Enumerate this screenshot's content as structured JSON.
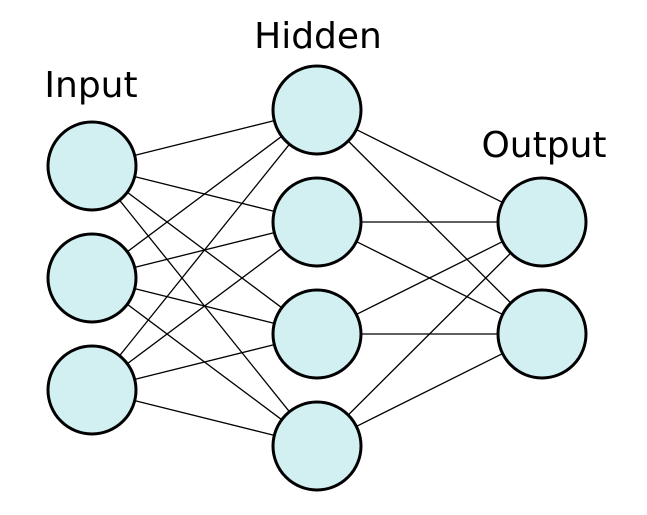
{
  "diagram": {
    "type": "feedforward-neural-network",
    "colors": {
      "node_fill": "#d2eff1",
      "node_stroke": "#000000",
      "edge": "#000000",
      "text": "#000000",
      "background": "#ffffff"
    },
    "layers": [
      {
        "id": "input",
        "label": "Input",
        "node_count": 3
      },
      {
        "id": "hidden",
        "label": "Hidden",
        "node_count": 4
      },
      {
        "id": "output",
        "label": "Output",
        "node_count": 2
      }
    ],
    "connectivity": "fully-connected-between-adjacent-layers"
  }
}
